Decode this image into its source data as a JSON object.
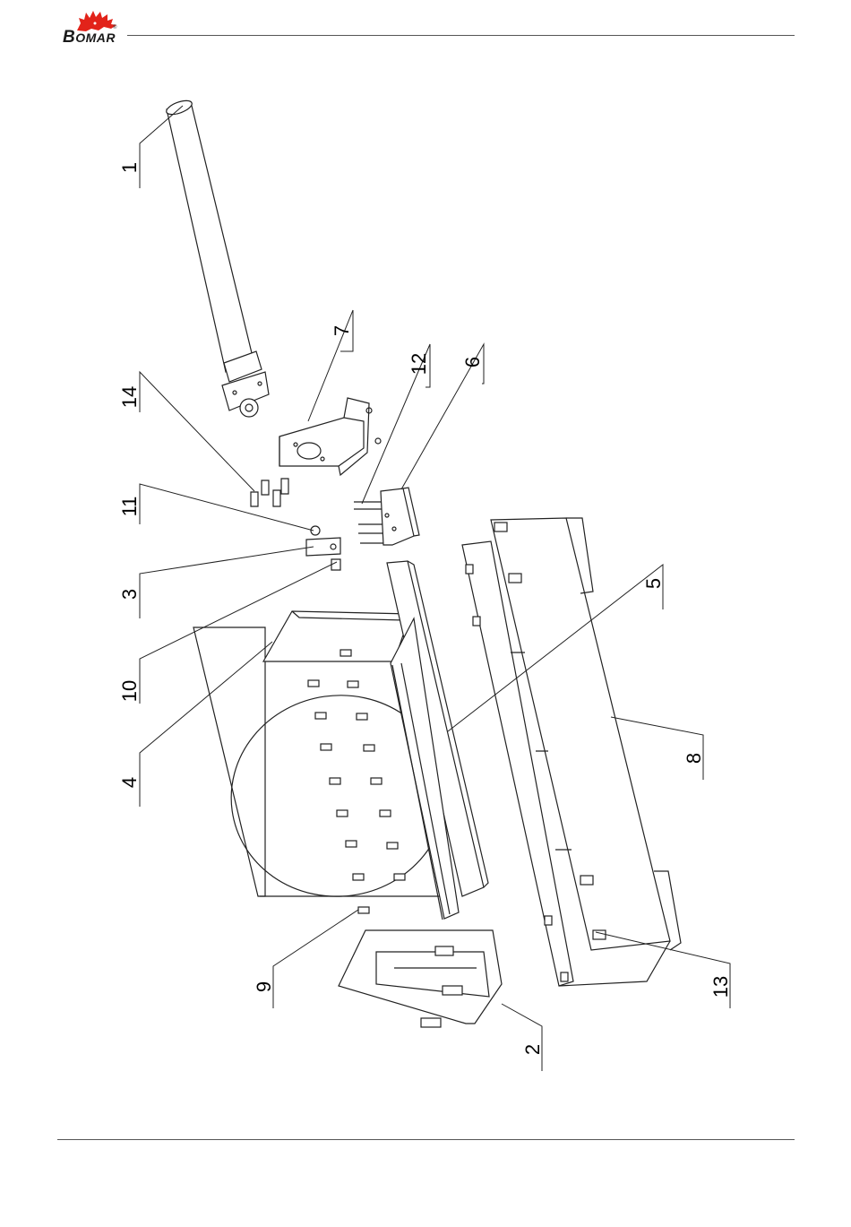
{
  "header": {
    "brand_initial": "B",
    "brand_rest": "OMAR",
    "registered_mark": "®",
    "logo_color": "#e2231a"
  },
  "callouts": [
    "1",
    "2",
    "3",
    "4",
    "5",
    "6",
    "7",
    "8",
    "9",
    "10",
    "11",
    "12",
    "13",
    "14"
  ]
}
